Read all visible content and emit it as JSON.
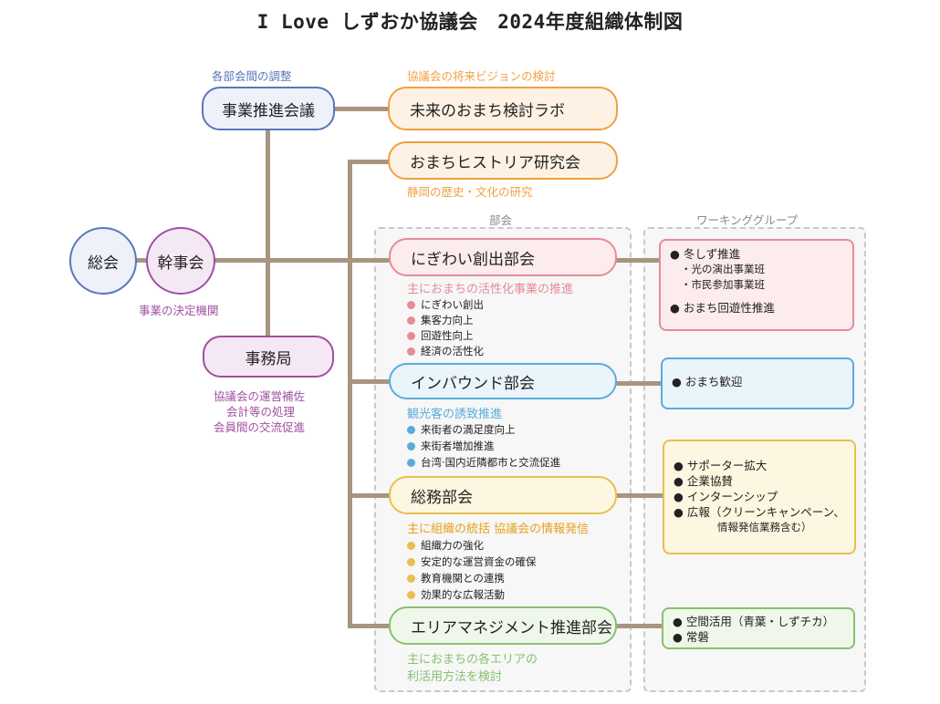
{
  "title": "I Love しずおか協議会　2024年度組織体制図",
  "nodes": {
    "soukai": "総会",
    "kanjikai": "幹事会",
    "jigyo_suishin": "事業推進会議",
    "mirai_labo": "未来のおまち検討ラボ",
    "history": "おまちヒストリア研究会",
    "jimukyoku": "事務局",
    "nigiwai": "にぎわい創出部会",
    "inbound": "インバウンド部会",
    "soumu": "総務部会",
    "area": "エリアマネジメント推進部会"
  },
  "captions": {
    "chousei": "各部会間の調整",
    "vision": "協議会の将来ビジョンの検討",
    "rekishi": "静岡の歴史・文化の研究",
    "kettei": "事業の決定機関",
    "jimu_lines": [
      "協議会の運営補佐",
      "会計等の処理",
      "会員間の交流促進"
    ]
  },
  "panels": {
    "bukai": "部会",
    "working_group": "ワーキンググループ"
  },
  "bukai": {
    "nigiwai": {
      "purpose": "主におまちの活性化事業の推進",
      "items": [
        "にぎわい創出",
        "集客力向上",
        "回遊性向上",
        "経済の活性化"
      ]
    },
    "inbound": {
      "purpose": "観光客の誘致推進",
      "items": [
        "来街者の満足度向上",
        "来街者増加推進",
        "台湾·国内近隣都市と交流促進"
      ]
    },
    "soumu": {
      "purpose": "主に組織の統括 協議会の情報発信",
      "items": [
        "組織力の強化",
        "安定的な運営資金の確保",
        "教育機関との連携",
        "効果的な広報活動"
      ]
    },
    "area": {
      "purpose_lines": [
        "主におまちの各エリアの",
        "利活用方法を検討"
      ]
    }
  },
  "working_groups": {
    "nigiwai": {
      "item1": "● 冬しず推進",
      "sub1": "・光の演出事業班",
      "sub2": "・市民参加事業班",
      "item2": "● おまち回遊性推進"
    },
    "inbound": {
      "item1": "● おまち歓迎"
    },
    "soumu": {
      "item1": "● サポーター拡大",
      "item2": "● 企業協賛",
      "item3": "● インターンシップ",
      "item4": "● 広報（クリーンキャンペーン、",
      "item4_cont": "情報発信業務含む）"
    },
    "area": {
      "item1": "● 空間活用（青葉・しずチカ）",
      "item2": "● 常磐"
    }
  },
  "colors": {
    "connector": "#a8957f",
    "blue": "#5878b8",
    "blue_fill": "#eef1fa",
    "purple": "#a050a0",
    "purple_fill": "#f5e8f5",
    "orange": "#f0a040",
    "orange_fill": "#fdf2e3",
    "pink": "#e88a9a",
    "pink_fill": "#fcecee",
    "skyblue": "#5aabdc",
    "skyblue_fill": "#eaf4fb",
    "yellow": "#e8c050",
    "yellow_fill": "#fdf6e0",
    "green": "#88c070",
    "green_fill": "#eff7ea"
  }
}
